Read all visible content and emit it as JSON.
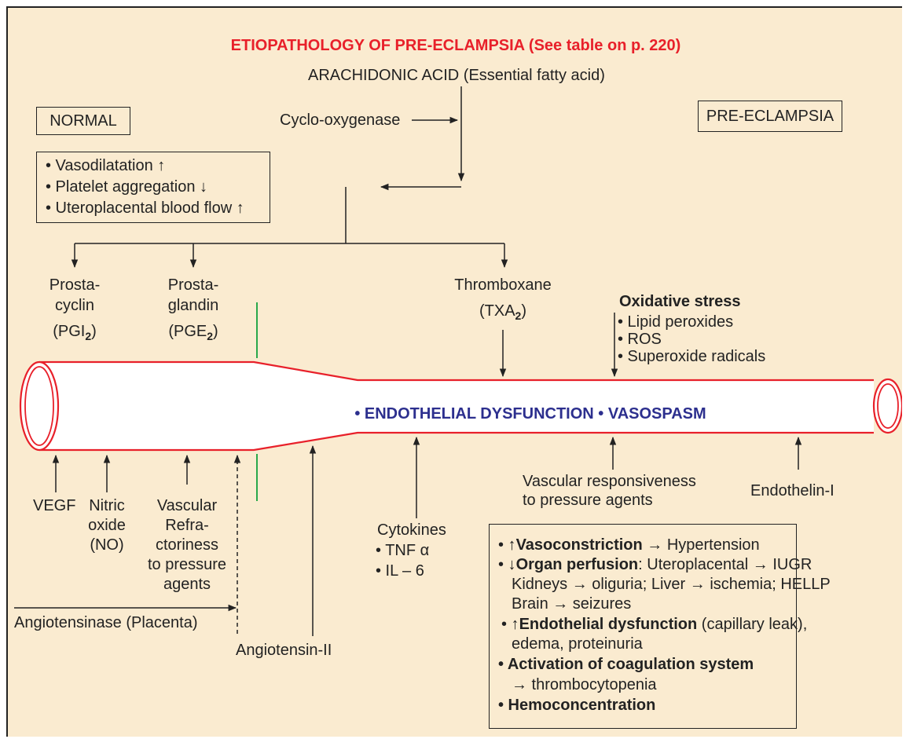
{
  "title": "ETIOPATHOLOGY OF PRE-ECLAMPSIA (See table on p. 220)",
  "top": {
    "acid": "ARACHIDONIC ACID (Essential fatty acid)",
    "enzyme": "Cyclo-oxygenase"
  },
  "normal": {
    "label": "NORMAL",
    "effects": [
      "• Vasodilatation ↑",
      "• Platelet aggregation ↓",
      "• Uteroplacental blood flow ↑"
    ]
  },
  "preeclampsia": {
    "label": "PRE-ECLAMPSIA"
  },
  "prostacyclin": {
    "name": [
      "Prosta-",
      "cyclin"
    ],
    "abbr_pre": "(PGI",
    "sub": "2",
    "abbr_post": ")"
  },
  "prostaglandin": {
    "name": [
      "Prosta-",
      "glandin"
    ],
    "abbr_pre": "(PGE",
    "sub": "2",
    "abbr_post": ")"
  },
  "thromboxane": {
    "name": "Thromboxane",
    "abbr_pre": "(TXA",
    "sub": "2",
    "abbr_post": ")"
  },
  "oxidative": {
    "heading": "Oxidative stress",
    "items": [
      "• Lipid peroxides",
      "• ROS",
      "• Superoxide radicals"
    ]
  },
  "vessel_label": "• ENDOTHELIAL DYSFUNCTION • VASOSPASM",
  "bottom_left": {
    "vegf": "VEGF",
    "no": [
      "Nitric",
      "oxide",
      "(NO)"
    ],
    "refractory": [
      "Vascular",
      "Refra-",
      "ctoriness",
      "to pressure",
      "agents"
    ],
    "angiotensinase": "Angiotensinase (Placenta)",
    "angiotensin": "Angiotensin-II"
  },
  "cytokines": {
    "heading": "Cytokines",
    "items": [
      "• TNF α",
      "• IL – 6"
    ]
  },
  "responsiveness": [
    "Vascular responsiveness",
    "to pressure agents"
  ],
  "endothelin": "Endothelin-I",
  "effects_box": {
    "l1_pre": "• ↑",
    "l1_bold": "Vasoconstriction",
    "l1_post": " → Hypertension",
    "l2_pre": "• ↓",
    "l2_bold": "Organ perfusion",
    "l2_post": ": Uteroplacental → IUGR",
    "l3": "Kidneys → oliguria; Liver → ischemia; HELLP",
    "l4": "Brain → seizures",
    "l5_pre": "• ↑",
    "l5_bold": "Endothelial dysfunction",
    "l5_post": " (capillary leak),",
    "l6": "edema, proteinuria",
    "l7": "• Activation of coagulation system",
    "l8": "→ thrombocytopenia",
    "l9": "• Hemoconcentration"
  }
}
